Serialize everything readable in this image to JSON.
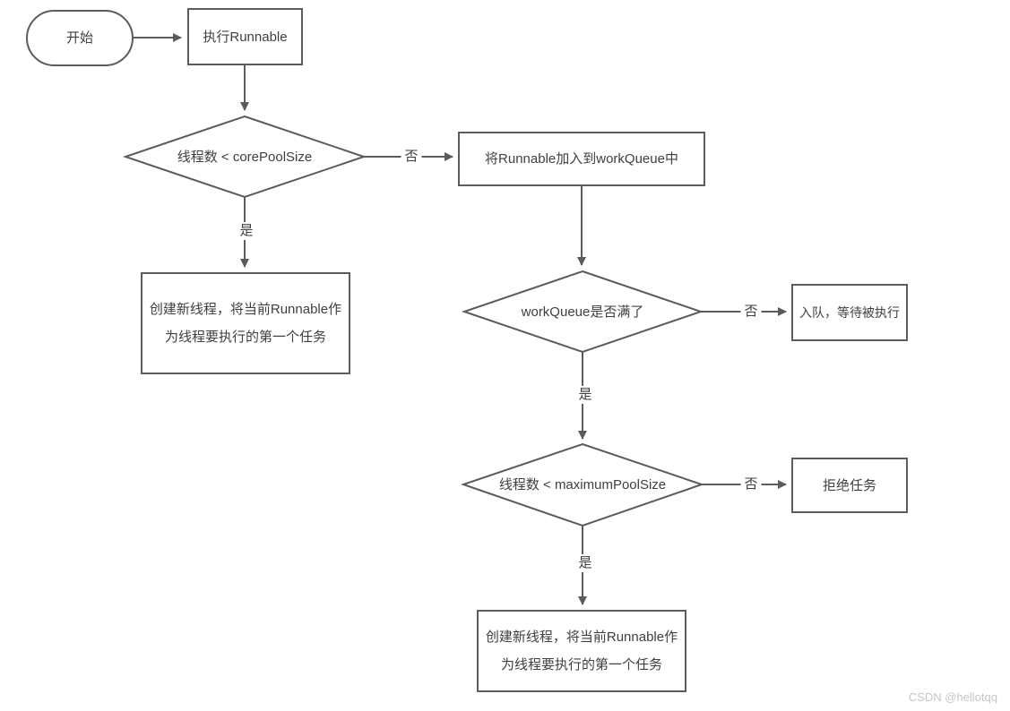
{
  "diagram": {
    "type": "flowchart",
    "nodes": {
      "start": {
        "shape": "terminator",
        "label": "开始"
      },
      "exec": {
        "shape": "process",
        "label": "执行Runnable"
      },
      "core_check": {
        "shape": "decision",
        "label": "线程数 < corePoolSize"
      },
      "add_queue": {
        "shape": "process",
        "label": "将Runnable加入到workQueue中"
      },
      "create_core": {
        "shape": "process",
        "line1": "创建新线程，将当前Runnable作",
        "line2": "为线程要执行的第一个任务"
      },
      "queue_full": {
        "shape": "decision",
        "label": "workQueue是否满了"
      },
      "enqueue": {
        "shape": "process",
        "label": "入队，等待被执行"
      },
      "max_check": {
        "shape": "decision",
        "label": "线程数 < maximumPoolSize"
      },
      "reject": {
        "shape": "process",
        "label": "拒绝任务"
      },
      "create_max": {
        "shape": "process",
        "line1": "创建新线程，将当前Runnable作",
        "line2": "为线程要执行的第一个任务"
      }
    },
    "edge_labels": {
      "core_no": "否",
      "core_yes": "是",
      "queue_no": "否",
      "queue_yes": "是",
      "max_no": "否",
      "max_yes": "是"
    },
    "watermark": "CSDN @hellotqq",
    "colors": {
      "line": "#5b5b5b",
      "text": "#3f3f3f",
      "watermark": "#c5c5c5",
      "background": "#ffffff"
    }
  }
}
